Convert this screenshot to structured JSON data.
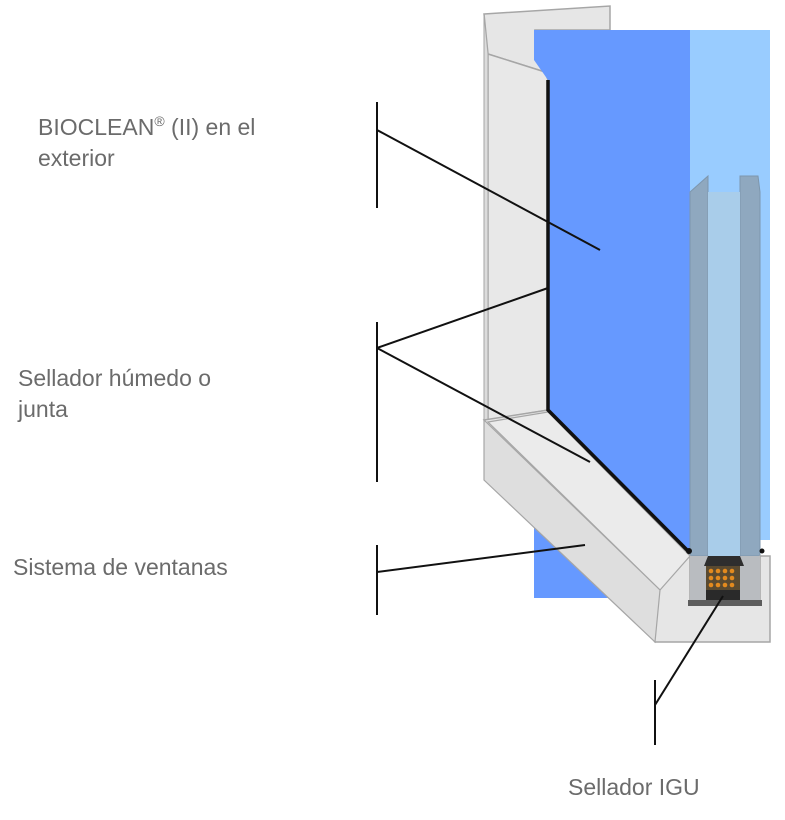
{
  "labels": {
    "bioclean_line1_pre": "BIOCLEAN",
    "bioclean_reg": "®",
    "bioclean_line1_post": " (II) en el",
    "bioclean_line2": "exterior",
    "sealant_line1": "Sellador húmedo o",
    "sealant_line2": "junta",
    "window_system": "Sistema de ventanas",
    "igu_sealant": "Sellador IGU"
  },
  "colors": {
    "text": "#6b6b6b",
    "outer_glass": "#6699ff",
    "inner_glass": "#99ccff",
    "frame": "#e6e6e6",
    "frame_edge": "#a6a6a6",
    "spacer": "#8fa8bf",
    "desiccant": "#e38a1e",
    "leader": "#111111"
  }
}
